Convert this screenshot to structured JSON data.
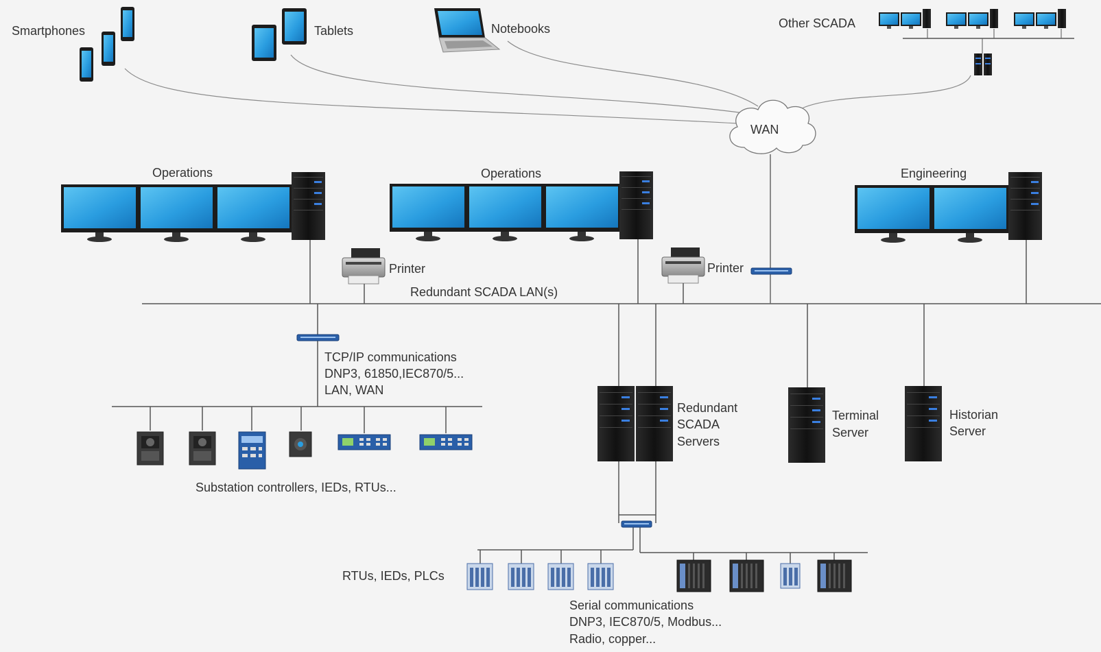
{
  "labels": {
    "smartphones": "Smartphones",
    "tablets": "Tablets",
    "notebooks": "Notebooks",
    "other_scada": "Other SCADA",
    "wan": "WAN",
    "operations_1": "Operations",
    "operations_2": "Operations",
    "engineering": "Engineering",
    "printer_1": "Printer",
    "printer_2": "Printer",
    "lan": "Redundant SCADA LAN(s)",
    "tcpip": [
      "TCP/IP communications",
      "DNP3, 61850,IEC870/5...",
      "LAN, WAN"
    ],
    "redundant_servers": [
      "Redundant",
      "SCADA",
      "Servers"
    ],
    "terminal_server": [
      "Terminal",
      "Server"
    ],
    "historian_server": [
      "Historian",
      "Server"
    ],
    "substation": "Substation controllers, IEDs, RTUs...",
    "rtus": "RTUs, IEDs, PLCs",
    "serial": [
      "Serial communications",
      "DNP3, IEC870/5, Modbus...",
      "Radio, copper..."
    ]
  },
  "colors": {
    "background": "#f4f4f4",
    "screen": "#2a9de0",
    "bezel": "#1c1c1c",
    "server_led": "#3a7fe0",
    "switch": "#2a5fa8",
    "line": "#555555",
    "wan_line": "#888888"
  }
}
